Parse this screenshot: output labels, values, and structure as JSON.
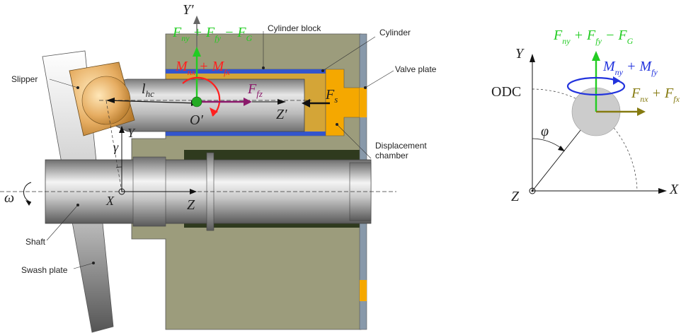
{
  "labels": {
    "cylinder_block": "Cylinder block",
    "cylinder": "Cylinder",
    "valve_plate": "Valve plate",
    "slipper": "Slipper",
    "displacement_chamber": [
      "Displacement",
      "chamber"
    ],
    "shaft": "Shaft",
    "swash_plate": "Swash plate"
  },
  "symbols": {
    "y_prime": "Y′",
    "z_prime": "Z′",
    "o_prime": "O′",
    "x": "X",
    "y": "Y",
    "z": "Z",
    "gamma": "γ",
    "omega": "ω",
    "l": "l",
    "l_sub": "hc",
    "fs": "F",
    "fs_sub": "s",
    "ffz": "F",
    "ffz_sub": "fz"
  },
  "force_top": {
    "parts": [
      {
        "t": "F",
        "s": "ny"
      },
      {
        "t": " + F",
        "s": "fy"
      },
      {
        "t": " − F",
        "s": "G"
      }
    ]
  },
  "moment_left": {
    "parts": [
      {
        "t": "M",
        "s": "nx"
      },
      {
        "t": " + M",
        "s": "fx"
      }
    ]
  },
  "right": {
    "top_force": [
      {
        "t": "F",
        "s": "ny"
      },
      {
        "t": " + F",
        "s": "fy"
      },
      {
        "t": " − F",
        "s": "G"
      }
    ],
    "moment": [
      {
        "t": "M",
        "s": "ny"
      },
      {
        "t": " + M",
        "s": "fy"
      }
    ],
    "side_force": [
      {
        "t": "F",
        "s": "nx"
      },
      {
        "t": " + F",
        "s": "fx"
      }
    ],
    "odc": "ODC",
    "y": "Y",
    "x": "X",
    "z": "Z",
    "phi": "φ"
  },
  "colors": {
    "green": "#22cc22",
    "red": "#ff2020",
    "purple": "#8b1a6b",
    "blue": "#2233dd",
    "olive": "#857a10",
    "block": "#9c9c7c",
    "dark_block": "#2f3a1e",
    "cylinder_yellow": "#d4a537",
    "orange": "#f5a800",
    "valve": "#8899aa",
    "liner": "#3355cc"
  }
}
